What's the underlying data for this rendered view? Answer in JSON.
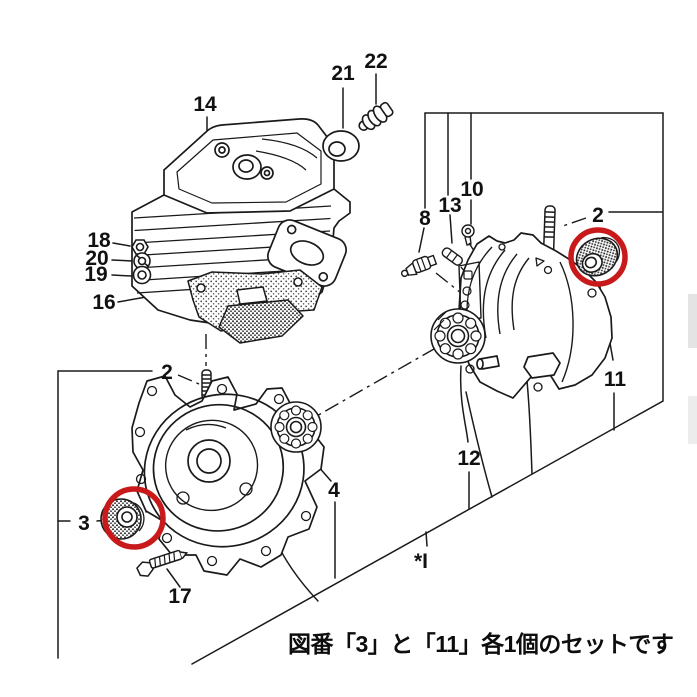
{
  "figure": {
    "part_labels": [
      {
        "text": "14"
      },
      {
        "text": "21"
      },
      {
        "text": "22"
      },
      {
        "text": "18"
      },
      {
        "text": "20"
      },
      {
        "text": "19"
      },
      {
        "text": "16"
      },
      {
        "text": "2"
      },
      {
        "text": "3"
      },
      {
        "text": "17"
      },
      {
        "text": "4"
      },
      {
        "text": "8"
      },
      {
        "text": "13"
      },
      {
        "text": "10"
      },
      {
        "text": "2"
      },
      {
        "text": "11"
      },
      {
        "text": "12"
      },
      {
        "text": "*I"
      }
    ],
    "footnote": "図番「3」と「11」各1個のセットです",
    "highlighted_parts": [
      "3",
      "11"
    ],
    "colors": {
      "line": "#1a1a1a",
      "highlight_red": "#c81a1a",
      "paper": "#ffffff"
    }
  }
}
